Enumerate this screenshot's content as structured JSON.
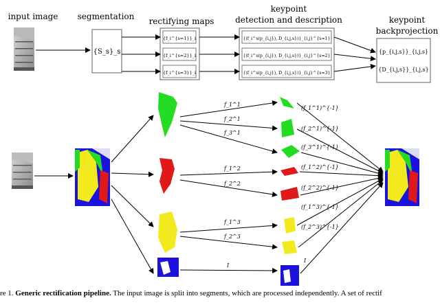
{
  "top_row": {
    "input_label": "input image",
    "segmentation_label": "segmentation",
    "rectifying_label": "rectifying maps",
    "keypoint_label_l1": "keypoint",
    "keypoint_label_l2": "detection and description",
    "backproj_label_l1": "keypoint",
    "backproj_label_l2": "backprojection",
    "seg_box": "{S_s}_s",
    "maps": [
      "{f_i^{s=1}}_i",
      "{f_i^{s=2}}_i",
      "{f_i^{s=3}}_i"
    ],
    "detections": [
      "{(f_i^s(p_{i,j}), D_{i,j,s})}_{i,j}^{s=1}",
      "{(f_i^s(p_{i,j}), D_{i,j,s})}_{i,j}^{s=2}",
      "{(f_i^s(p_{i,j}), D_{i,j,s})}_{i,j}^{s=3}"
    ],
    "output_points": "{p_{i,j,s}}_{i,j,s}",
    "output_desc": "{D_{i,j,s}}_{i,j,s}"
  },
  "bottom_row": {
    "map_labels": [
      "f_1^1",
      "f_2^1",
      "f_3^1",
      "f_1^2",
      "f_2^2",
      "f_1^3",
      "f_2^3",
      "I"
    ],
    "inverse_labels": [
      "(f_1^1)^{-1}",
      "(f_2^1)^{-1}",
      "(f_3^1)^{-1}",
      "(f_1^2)^{-1}",
      "(f_2^2)^{-1}",
      "(f_1^3)^{-1}",
      "(f_2^3)^{-1}",
      "I"
    ]
  },
  "colors": {
    "green": "#22dd22",
    "red": "#e01818",
    "yellow": "#f2ea1c",
    "blue": "#1b12dd"
  },
  "caption": {
    "prefix": "re 1. ",
    "bold": "Generic rectification pipeline.",
    "rest": " The input image is split into segments, which are processed independently. A set of rectif"
  }
}
